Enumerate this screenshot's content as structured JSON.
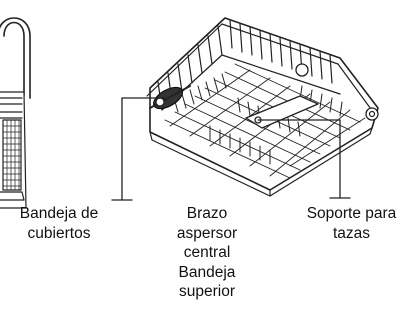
{
  "labels": {
    "cutlery_tray": [
      "Bandeja de",
      "cubiertos"
    ],
    "spray_arm": [
      "Brazo",
      "aspersor",
      "central",
      "Bandeja",
      "superior"
    ],
    "cup_holder": [
      "Soporte para",
      "tazas"
    ]
  }
}
